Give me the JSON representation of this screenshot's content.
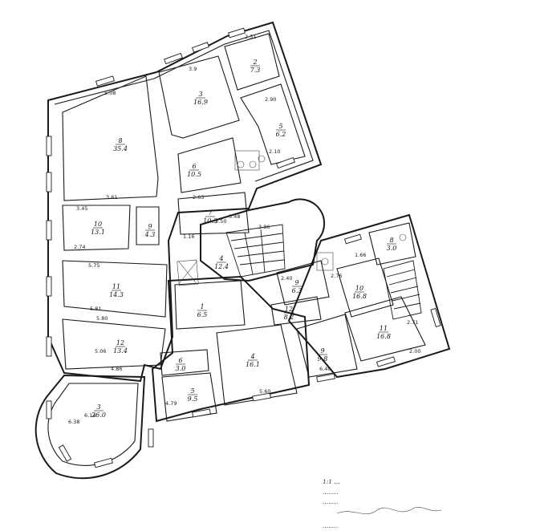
{
  "plan": {
    "rooms": [
      {
        "id": "r8",
        "num": "8",
        "area": "35.4"
      },
      {
        "id": "r3a",
        "num": "3",
        "area": "16.9"
      },
      {
        "id": "r2",
        "num": "2",
        "area": "7.3"
      },
      {
        "id": "r5",
        "num": "5",
        "area": "6.2"
      },
      {
        "id": "r6",
        "num": "6",
        "area": "10.5"
      },
      {
        "id": "r10",
        "num": "10",
        "area": "13.1"
      },
      {
        "id": "r9",
        "num": "9",
        "area": "4.3"
      },
      {
        "id": "r7",
        "num": "7",
        "area": "10.3"
      },
      {
        "id": "r4",
        "num": "4",
        "area": "12.4"
      },
      {
        "id": "r11",
        "num": "11",
        "area": "14.3"
      },
      {
        "id": "r12",
        "num": "12",
        "area": "13.4"
      },
      {
        "id": "r1",
        "num": "1",
        "area": "6.5"
      },
      {
        "id": "r6b",
        "num": "6",
        "area": "3.0"
      },
      {
        "id": "r5b",
        "num": "5",
        "area": "9.5"
      },
      {
        "id": "r4b",
        "num": "4",
        "area": "16.1"
      },
      {
        "id": "r3",
        "num": "3",
        "area": "26.0"
      },
      {
        "id": "r8b",
        "num": "8",
        "area": "3.0"
      },
      {
        "id": "r9b",
        "num": "9",
        "area": "6.3"
      },
      {
        "id": "r10b",
        "num": "10",
        "area": "16.8"
      },
      {
        "id": "r9c",
        "num": "9",
        "area": "9.8"
      },
      {
        "id": "r11b",
        "num": "11",
        "area": "16.8"
      },
      {
        "id": "r12b",
        "num": "12",
        "area": "8.2"
      }
    ],
    "dims": [
      "5.08",
      "3.61",
      "3.45",
      "2.74",
      "5.75",
      "5.81",
      "5.80",
      "5.06",
      "4.86",
      "6.14",
      "6.38",
      "3.9",
      "3.50",
      "2.63",
      "3.48",
      "3.86",
      "1.66",
      "2.40",
      "2.76",
      "2.00",
      "2.71",
      "6.40",
      "5.60",
      "4.79",
      "2.10",
      "2.90",
      "2.51",
      "1.16"
    ],
    "annotation": {
      "line1": "1:1 ...",
      "line2": "........",
      "line3": "........",
      "sig": "........"
    }
  }
}
